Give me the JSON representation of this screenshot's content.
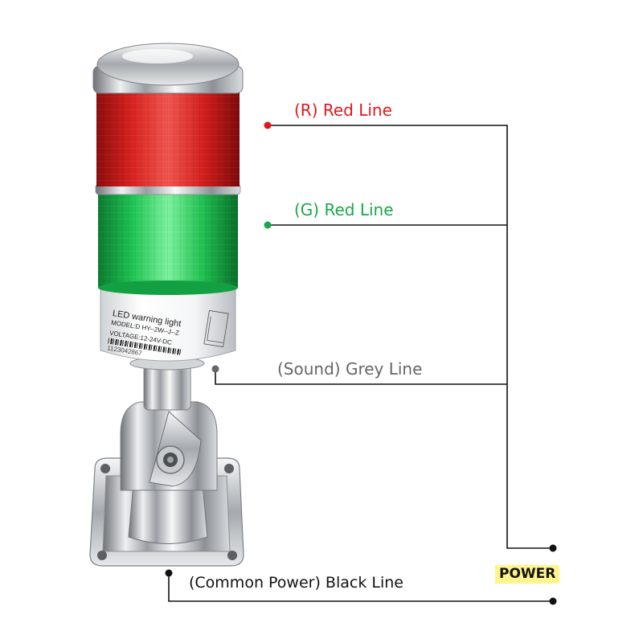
{
  "labels": {
    "red_line": "(R) Red Line",
    "green_line": "(G) Red Line",
    "grey_line": "(Sound) Grey Line",
    "black_line": "(Common Power) Black Line",
    "power": "POWER"
  },
  "product_label": {
    "title": "LED warning light",
    "model": "MODEL:D HY--2W--J--Z",
    "voltage": "VOLTAGE:12-24V-DC",
    "serial": "1123042867"
  },
  "colors": {
    "red_lamp": "#d81e1e",
    "green_lamp": "#21c55a",
    "red_label": "#e2171c",
    "green_label": "#1aa64a",
    "grey_label": "#666666",
    "power_highlight": "#fff58a",
    "wire": "#111111"
  }
}
